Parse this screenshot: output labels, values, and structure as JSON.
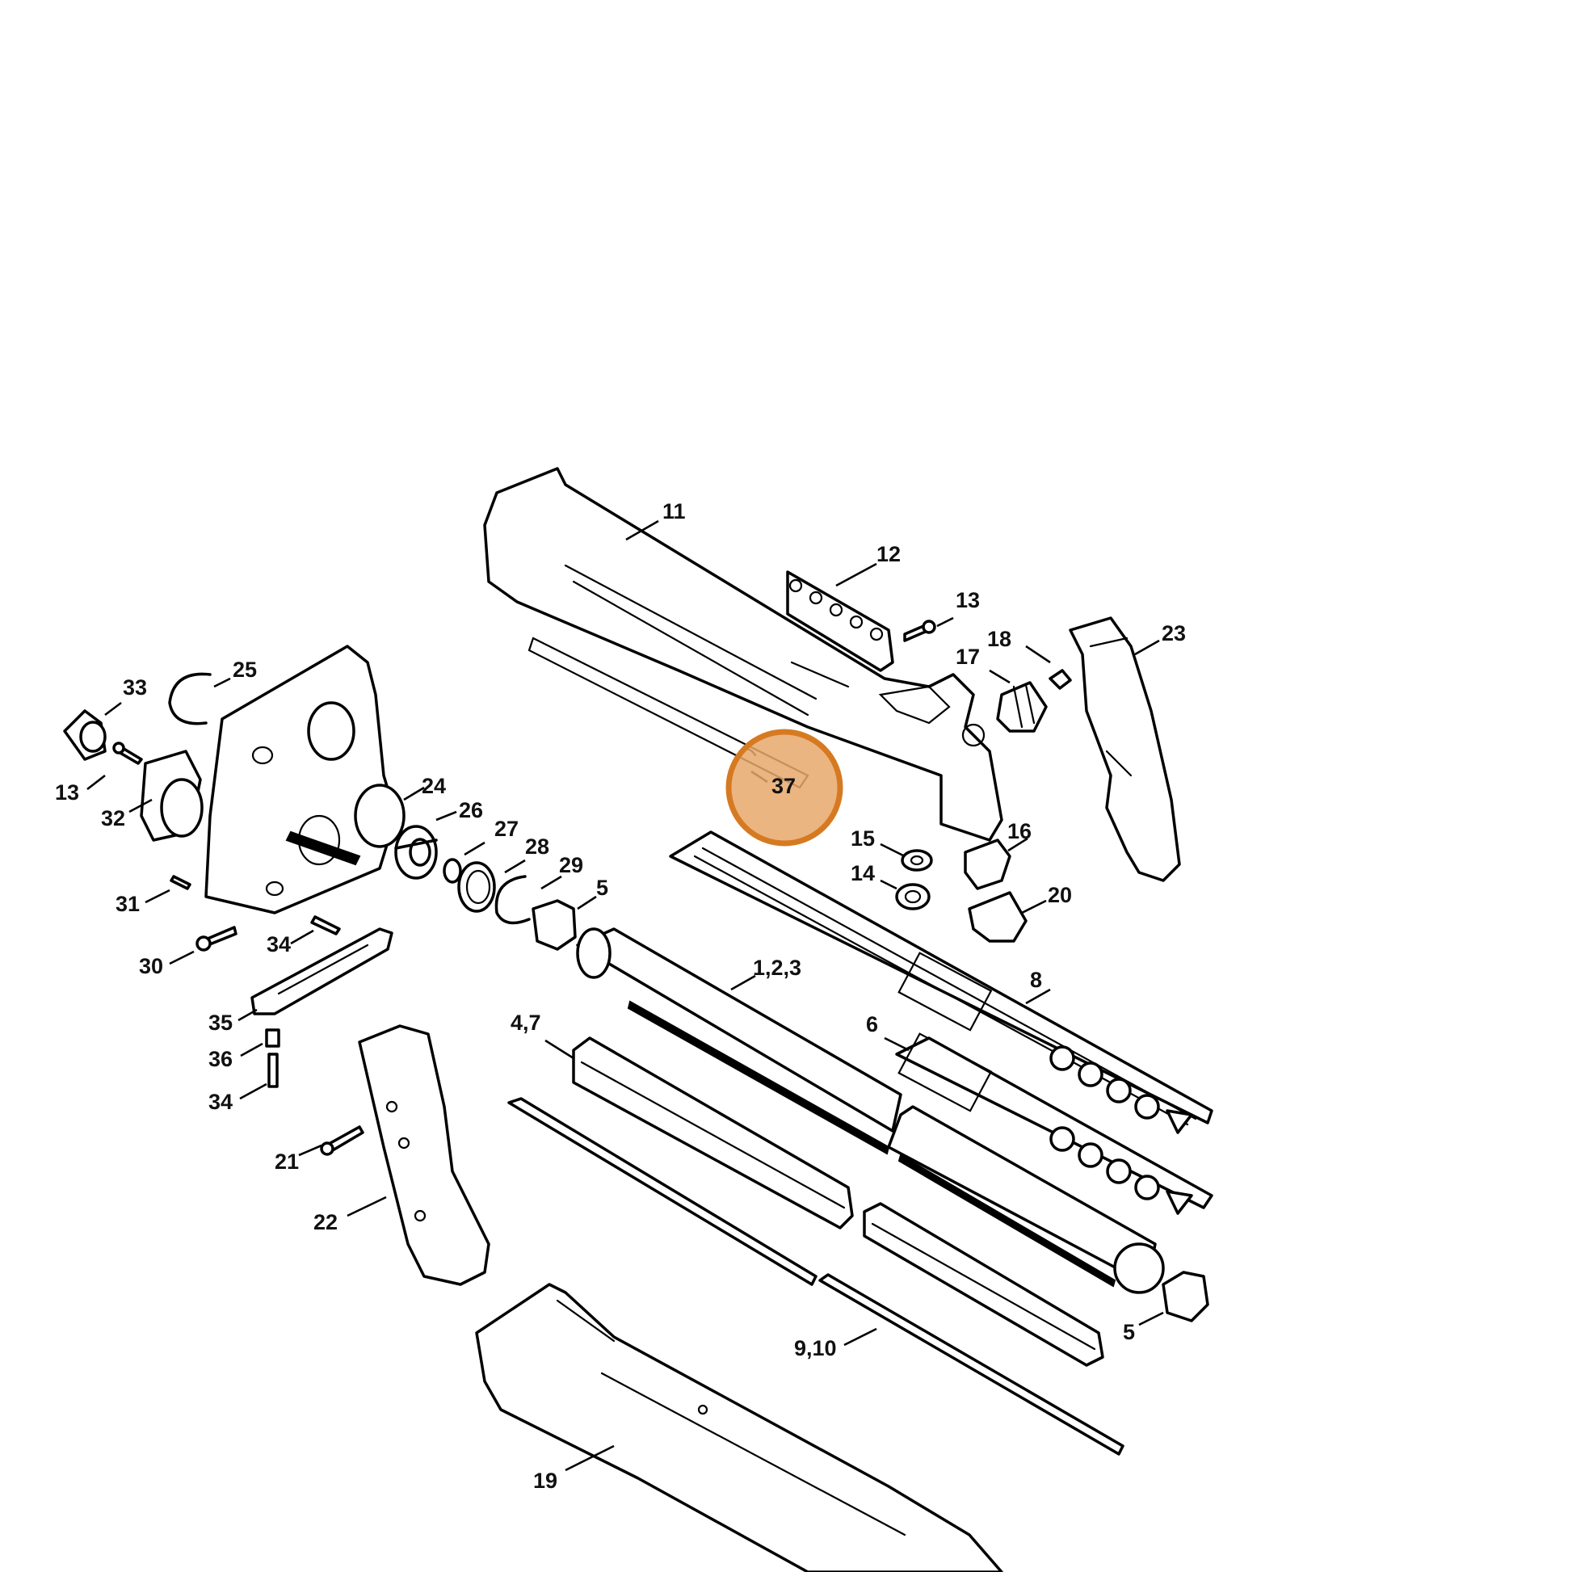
{
  "highlight": {
    "label": "37",
    "color_fill": "#e8a86b",
    "color_ring": "#d67a22"
  },
  "callouts": {
    "c11": "11",
    "c12": "12",
    "c13a": "13",
    "c13b": "13",
    "c18": "18",
    "c17": "17",
    "c23": "23",
    "c33": "33",
    "c25": "25",
    "c24": "24",
    "c26": "26",
    "c27": "27",
    "c28": "28",
    "c29": "29",
    "c5a": "5",
    "c5b": "5",
    "c32": "32",
    "c31": "31",
    "c30": "30",
    "c34a": "34",
    "c34b": "34",
    "c35": "35",
    "c36": "36",
    "c37": "37",
    "c15": "15",
    "c16": "16",
    "c14": "14",
    "c20": "20",
    "c8": "8",
    "c123": "1,2,3",
    "c6": "6",
    "c47": "4,7",
    "c21": "21",
    "c22": "22",
    "c910": "9,10",
    "c19": "19"
  }
}
